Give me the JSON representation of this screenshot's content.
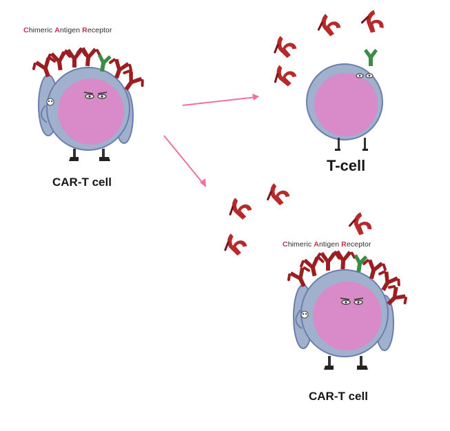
{
  "car_label_top": {
    "word1_initial": "C",
    "word1_rest": "himeric ",
    "word2_initial": "A",
    "word2_rest": "ntigen ",
    "word3_initial": "R",
    "word3_rest": "eceptor"
  },
  "car_label_bottom": {
    "word1_initial": "C",
    "word1_rest": "himeric ",
    "word2_initial": "A",
    "word2_rest": "ntigen ",
    "word3_initial": "R",
    "word3_rest": "eceptor"
  },
  "labels": {
    "car_t_cell_top": "CAR-T cell",
    "t_cell": "T-cell",
    "car_t_cell_bottom": "CAR-T cell"
  },
  "colors": {
    "cell_body": "#d98ac8",
    "cell_outline": "#6c7dad",
    "limbs": "#9fb1cd",
    "car_receptor": "#9b1e22",
    "tcr_receptor": "#3c8b46",
    "arrow": "#ef6fa0"
  }
}
